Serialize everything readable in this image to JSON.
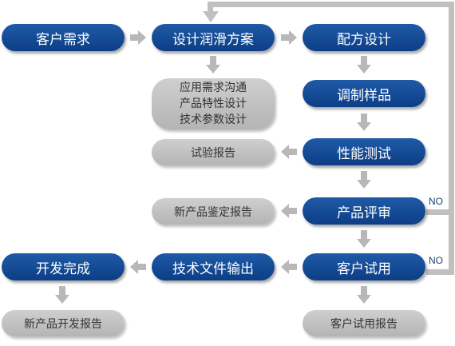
{
  "nodes": {
    "customer_demand": "客户需求",
    "lubrication_design": "设计润滑方案",
    "formula_design": "配方设计",
    "design_notes": [
      "应用需求沟通",
      "产品特性设计",
      "技术参数设计"
    ],
    "sample_prep": "调制样品",
    "test_report": "试验报告",
    "performance_test": "性能测试",
    "new_product_appraisal": "新产品鉴定报告",
    "product_review": "产品评审",
    "dev_complete": "开发完成",
    "tech_docs": "技术文件输出",
    "customer_trial": "客户试用",
    "new_product_dev_report": "新产品开发报告",
    "customer_trial_report": "客户试用报告"
  },
  "labels": {
    "no_review": "NO",
    "no_trial": "NO"
  },
  "colors": {
    "process": "#1a4f9c",
    "output": "#bfbfbf",
    "connector": "#c0c0c0"
  }
}
